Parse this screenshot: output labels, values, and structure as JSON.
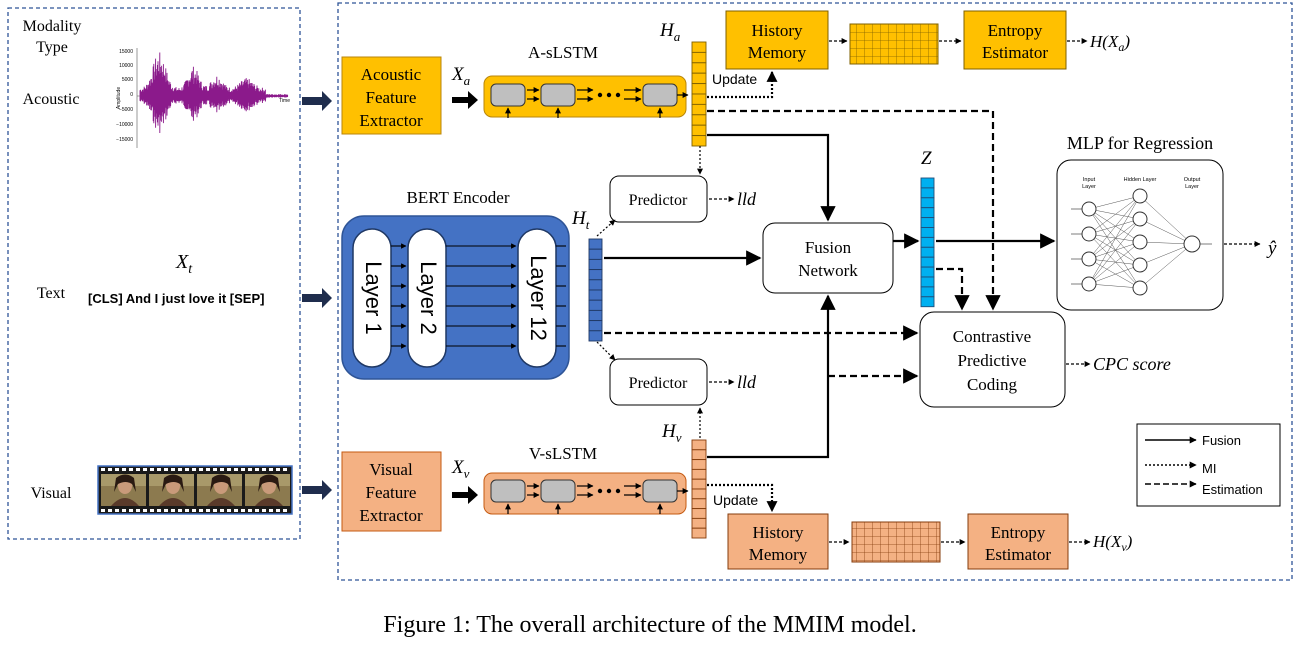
{
  "left_panel": {
    "modality_type_line1": "Modality",
    "modality_type_line2": "Type",
    "acoustic": "Acoustic",
    "text": "Text",
    "visual": "Visual",
    "xt_symbol": "X",
    "xt_sub": "t",
    "text_input": "[CLS] And I just love it [SEP]",
    "waveform_ticks": [
      "15000",
      "10000",
      "5000",
      "0",
      "−5000",
      "−10000",
      "−15000"
    ],
    "waveform_ylabel": "Amplitude",
    "waveform_xlabel": "Time"
  },
  "acoustic_branch": {
    "extractor": [
      "Acoustic",
      "Feature",
      "Extractor"
    ],
    "x_symbol": "X",
    "x_sub": "a",
    "lstm_title": "A-sLSTM",
    "h_symbol": "H",
    "h_sub": "a",
    "update": "Update",
    "history_memory": [
      "History",
      "Memory"
    ],
    "entropy_estimator": [
      "Entropy",
      "Estimator"
    ],
    "entropy_output": "H(X",
    "entropy_output_sub": "a",
    "entropy_output_close": ")"
  },
  "text_branch": {
    "bert_title": "BERT Encoder",
    "layers": [
      "Layer 1",
      "Layer 2",
      "Layer 12"
    ],
    "h_symbol": "H",
    "h_sub": "t"
  },
  "visual_branch": {
    "extractor": [
      "Visual",
      "Feature",
      "Extractor"
    ],
    "x_symbol": "X",
    "x_sub": "v",
    "lstm_title": "V-sLSTM",
    "h_symbol": "H",
    "h_sub": "v",
    "update": "Update",
    "history_memory": [
      "History",
      "Memory"
    ],
    "entropy_estimator": [
      "Entropy",
      "Estimator"
    ],
    "entropy_output": "H(X",
    "entropy_output_sub": "v",
    "entropy_output_close": ")"
  },
  "predictor_top": {
    "label": "Predictor",
    "output": "lld"
  },
  "predictor_bottom": {
    "label": "Predictor",
    "output": "lld"
  },
  "fusion": {
    "label": [
      "Fusion",
      "Network"
    ],
    "z_symbol": "Z"
  },
  "cpc": {
    "label": [
      "Contrastive",
      "Predictive",
      "Coding"
    ],
    "output": "CPC score"
  },
  "mlp": {
    "title": "MLP for Regression",
    "input_layer": [
      "Input",
      "Layer"
    ],
    "hidden_layer": "Hidden Layer",
    "output_layer": [
      "Output",
      "Layer"
    ],
    "y_hat": "ŷ"
  },
  "legend": {
    "fusion": "Fusion",
    "mi_line1": "MI",
    "mi_line2": "Estimation"
  },
  "caption": "Figure 1: The overall architecture of the MMIM model.",
  "colors": {
    "acoustic": "#FFC000",
    "acoustic_border": "#B8860B",
    "visual": "#F4B183",
    "visual_border": "#C55A11",
    "bert": "#4472C4",
    "bert_border": "#2F5597",
    "hidden_text": "#2F4F9F",
    "z_vector": "#00B0F0",
    "waveform": "#8B1A8B",
    "panel_border": "#2F5597"
  }
}
